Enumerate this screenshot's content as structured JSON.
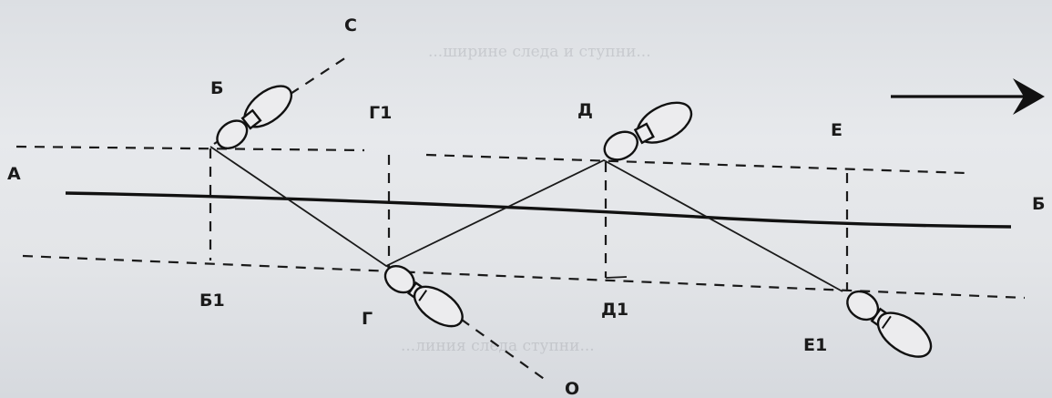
{
  "labels": {
    "A": "А",
    "B": "Б",
    "C": "С",
    "G1": "Г1",
    "D": "Д",
    "E": "Е",
    "B_end": "Б",
    "B1": "Б1",
    "G": "Г",
    "D1": "Д1",
    "E1": "Е1",
    "O": "О"
  },
  "background_text": {
    "line1": "...ширине следа и ступни...",
    "line2": "...линия следа ступни..."
  },
  "colors": {
    "ink": "#111111",
    "paper": "#e4e6e9"
  }
}
